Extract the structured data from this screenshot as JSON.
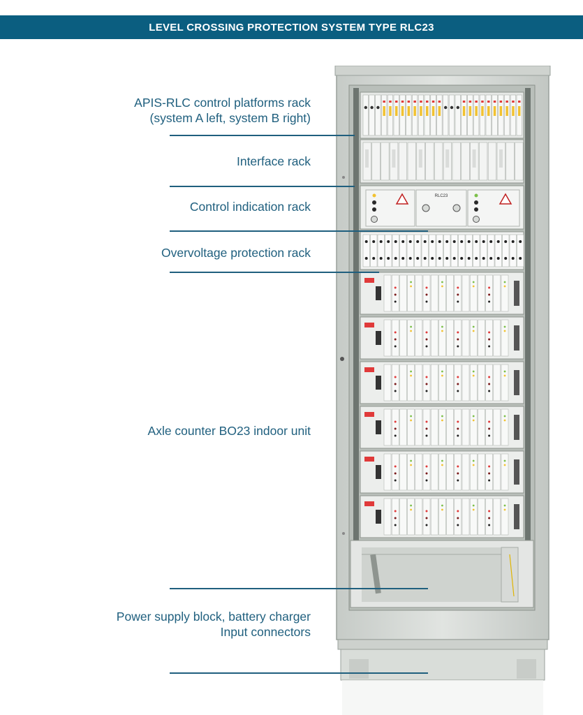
{
  "header": {
    "title": "LEVEL CROSSING PROTECTION SYSTEM TYPE RLC23"
  },
  "labels": {
    "apis_line1": "APIS-RLC control platforms rack",
    "apis_line2": "(system A left, system B right)",
    "interface": "Interface rack",
    "control_indication": "Control indication rack",
    "overvoltage": "Overvoltage protection rack",
    "axle_counter": "Axle counter BO23 indoor unit",
    "power_line1": "Power supply block, battery charger",
    "power_line2": "Input connectors"
  },
  "panel": {
    "name_plate": "RLC23"
  },
  "colors": {
    "header_bg": "#0b5e80",
    "label_text": "#1f5f7e",
    "cabinet": "#d9ddd9",
    "led_red": "#e03a3a",
    "led_green": "#7cc04a",
    "led_yellow": "#f2c230"
  }
}
